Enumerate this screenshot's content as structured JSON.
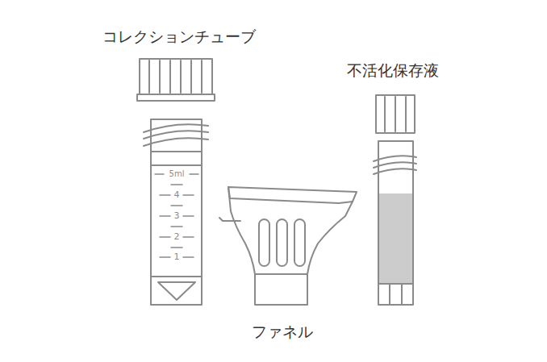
{
  "diagram": {
    "labels": [
      "コレクションチューブ",
      "不活化保存液",
      "5ml",
      "4",
      "3",
      "2",
      "1",
      "ファネル"
    ]
  }
}
